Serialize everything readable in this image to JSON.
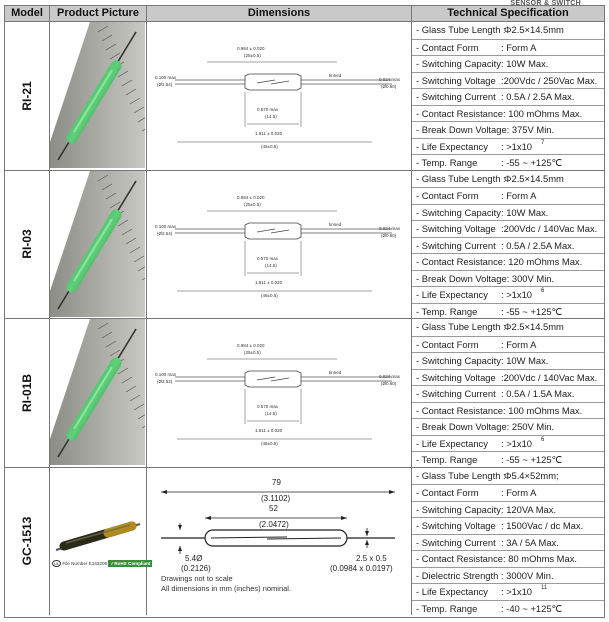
{
  "top_caption": "SENSOR & SWITCH",
  "headers": {
    "model": "Model",
    "picture": "Product Picture",
    "dimensions": "Dimensions",
    "spec": "Technical Specification"
  },
  "small_dims": {
    "top1": "0.984 ± 0.020",
    "top2": "(25±0.5)",
    "left1": "0.100 max",
    "left2": "(Ø2.54)",
    "right1": "0.024 max",
    "right2": "(Ø0.60)",
    "mid1": "0.570 max",
    "mid2": "(14.5)",
    "bot1": "1.811 ± 0.020",
    "bot2": "(46±0.5)",
    "tinned": "tinned"
  },
  "gc_dims": {
    "total": "79",
    "total_in": "(3.1102)",
    "body": "52",
    "body_in": "(2.0472)",
    "dia": "5.4Ø",
    "dia_in": "(0.2126)",
    "lead": "2.5 x 0.5",
    "lead_in": "(0.0984 x 0.0197)",
    "note1": "Drawings not to scale",
    "note2": "All dimensions in mm (inches) nominal.",
    "ul": "File Number E163209",
    "rohs": "✓RoHS Compliant"
  },
  "rows": [
    {
      "model": "RI-21",
      "specs": [
        [
          "- Glass Tube Length :",
          "Φ2.5×14.5mm"
        ],
        [
          "- Contact Form",
          ": Form A"
        ],
        [
          "- Switching Capacity",
          ": 10W Max."
        ],
        [
          "- Switching Voltage",
          ":200Vdc / 250Vac Max."
        ],
        [
          "- Switching Current",
          ": 0.5A / 2.5A Max."
        ],
        [
          "- Contact Resistance: 100 mOhms Max.",
          ""
        ],
        [
          "- Break Down Voltage: 375V Min.",
          ""
        ],
        [
          "- Life Expectancy",
          ": >1x10",
          "7"
        ],
        [
          "- Temp. Range",
          ": -55 ~ +125℃"
        ]
      ]
    },
    {
      "model": "RI-03",
      "specs": [
        [
          "- Glass Tube Length :",
          "Φ2.5×14.5mm"
        ],
        [
          "- Contact Form",
          ": Form A"
        ],
        [
          "- Switching Capacity",
          ": 10W Max."
        ],
        [
          "- Switching Voltage",
          ":200Vdc / 140Vac Max."
        ],
        [
          "- Switching Current",
          ": 0.5A / 2.5A Max."
        ],
        [
          "- Contact Resistance: 120 mOhms Max.",
          ""
        ],
        [
          "- Break Down Voltage: 300V Min.",
          ""
        ],
        [
          "- Life Expectancy",
          ": >1x10",
          "6"
        ],
        [
          "- Temp. Range",
          ": -55 ~ +125℃"
        ]
      ]
    },
    {
      "model": "RI-01B",
      "specs": [
        [
          "- Glass Tube Length :",
          "Φ2.5×14.5mm"
        ],
        [
          "- Contact Form",
          ": Form A"
        ],
        [
          "- Switching Capacity",
          ": 10W Max."
        ],
        [
          "- Switching Voltage",
          ":200Vdc / 140Vac Max."
        ],
        [
          "- Switching Current",
          ": 0.5A / 1.5A Max."
        ],
        [
          "- Contact Resistance: 100 mOhms Max.",
          ""
        ],
        [
          "- Break Down Voltage: 250V Min.",
          ""
        ],
        [
          "- Life Expectancy",
          ": >1x10",
          "6"
        ],
        [
          "- Temp. Range",
          ": -55 ~ +125℃"
        ]
      ]
    },
    {
      "model": "GC-1513",
      "specs": [
        [
          "- Glass Tube Length :",
          "Φ5.4×52mm;"
        ],
        [
          "- Contact Form",
          ": Form A"
        ],
        [
          "- Switching Capacity",
          ": 120VA Max."
        ],
        [
          "- Switching Voltage",
          ": 1500Vac / dc Max."
        ],
        [
          "- Switching Current",
          ": 3A / 5A Max."
        ],
        [
          "- Contact Resistance: 80 mOhms Max.",
          ""
        ],
        [
          "- Dielectric Strength : 3000V Min.",
          ""
        ],
        [
          "- Life Expectancy",
          ": >1x10",
          "11"
        ],
        [
          "- Temp. Range",
          ": -40 ~ +125℃"
        ]
      ]
    }
  ]
}
